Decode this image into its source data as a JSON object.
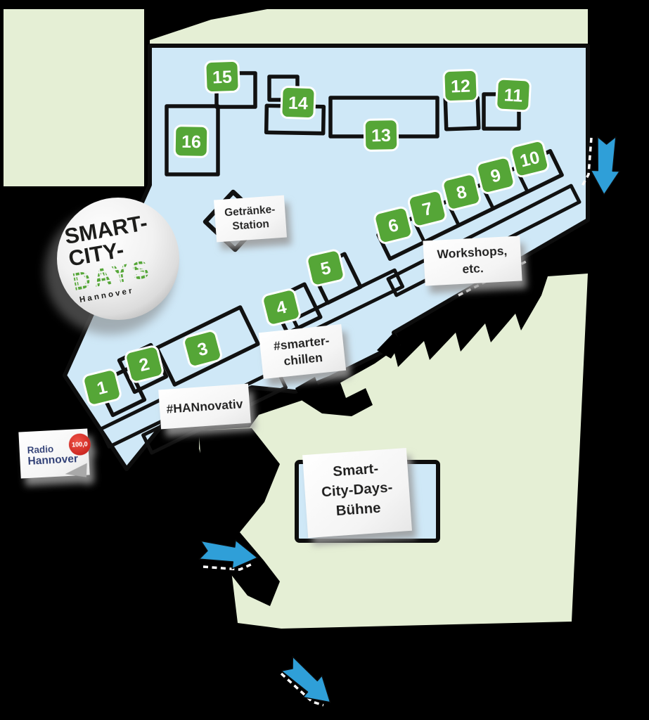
{
  "booths": [
    "1",
    "2",
    "3",
    "4",
    "5",
    "6",
    "7",
    "8",
    "9",
    "10",
    "11",
    "12",
    "13",
    "14",
    "15",
    "16"
  ],
  "labels": {
    "getraenke": [
      "Getränke-",
      "Station"
    ],
    "workshops": [
      "Workshops,",
      "etc."
    ],
    "smarter_chillen": [
      "#smarter-",
      "chillen"
    ],
    "hannovativ": [
      "#HANnovativ"
    ],
    "buehne": [
      "Smart-",
      "City-Days-",
      "Bühne"
    ]
  },
  "pin_badge": {
    "line1": "SMART-",
    "line2": "CITY-",
    "line3": "DAYS",
    "line4": "Hannover"
  },
  "radio_logo": {
    "line1": "Radio",
    "line2": "Hannover",
    "frequency": "100,0"
  },
  "colors": {
    "map_blue": "#cfe8f7",
    "area_green": "#e5efd5",
    "badge_green": "#55a637",
    "arrow_blue": "#2f9fd8",
    "outline_black": "#111111",
    "radio_navy": "#2a3b75",
    "radio_red": "#d92b24",
    "background": "#000000"
  }
}
